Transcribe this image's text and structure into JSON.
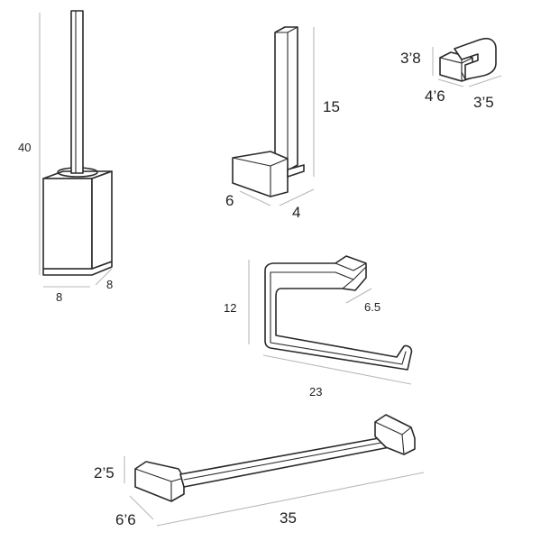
{
  "products": [
    {
      "id": "toilet-brush",
      "dimensions": {
        "height": "40",
        "width": "8",
        "depth": "8"
      }
    },
    {
      "id": "paper-holder-vertical",
      "dimensions": {
        "height": "15",
        "width": "6",
        "depth": "4"
      }
    },
    {
      "id": "robe-hook",
      "dimensions": {
        "height": "3’8",
        "width": "4’6",
        "depth": "3’5"
      }
    },
    {
      "id": "towel-ring",
      "dimensions": {
        "height": "12",
        "width": "23",
        "depth": "6.5"
      }
    },
    {
      "id": "towel-bar",
      "dimensions": {
        "height": "2’5",
        "width": "35",
        "depth": "6’6"
      }
    }
  ]
}
